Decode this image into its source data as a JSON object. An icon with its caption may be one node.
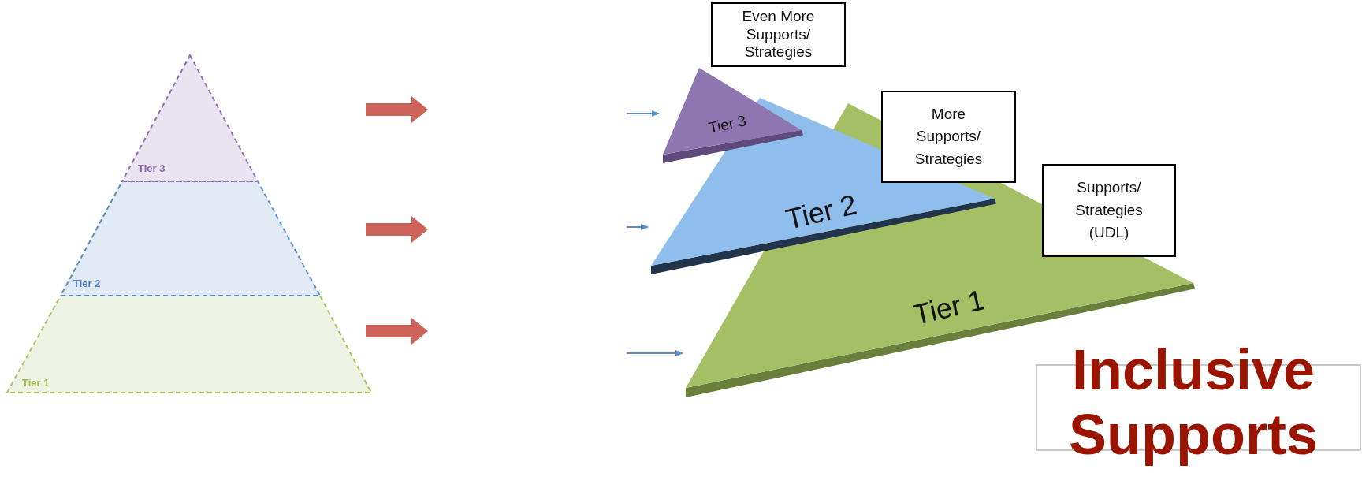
{
  "diagram": {
    "title": "Inclusive Supports",
    "nodes": [
      {
        "text": [
          "Tier 3"
        ]
      },
      {
        "text": [
          "Tier 2"
        ]
      },
      {
        "text": [
          "Tier 1"
        ]
      },
      {
        "text": [
          "Tier 3"
        ]
      },
      {
        "text": [
          "Tier 2"
        ]
      },
      {
        "text": [
          "Tier 1"
        ]
      },
      {
        "text": [
          "Even More Supports/ Strategies"
        ]
      },
      {
        "text": [
          "More Supports/ Strategies"
        ]
      },
      {
        "text": [
          "Supports/ Strategies (UDL)"
        ]
      }
    ],
    "edges": [
      {
        "from": null,
        "to": 3,
        "arrow": "to"
      },
      {
        "from": null,
        "to": 4,
        "arrow": "to"
      },
      {
        "from": null,
        "to": 5,
        "arrow": "to"
      }
    ]
  }
}
